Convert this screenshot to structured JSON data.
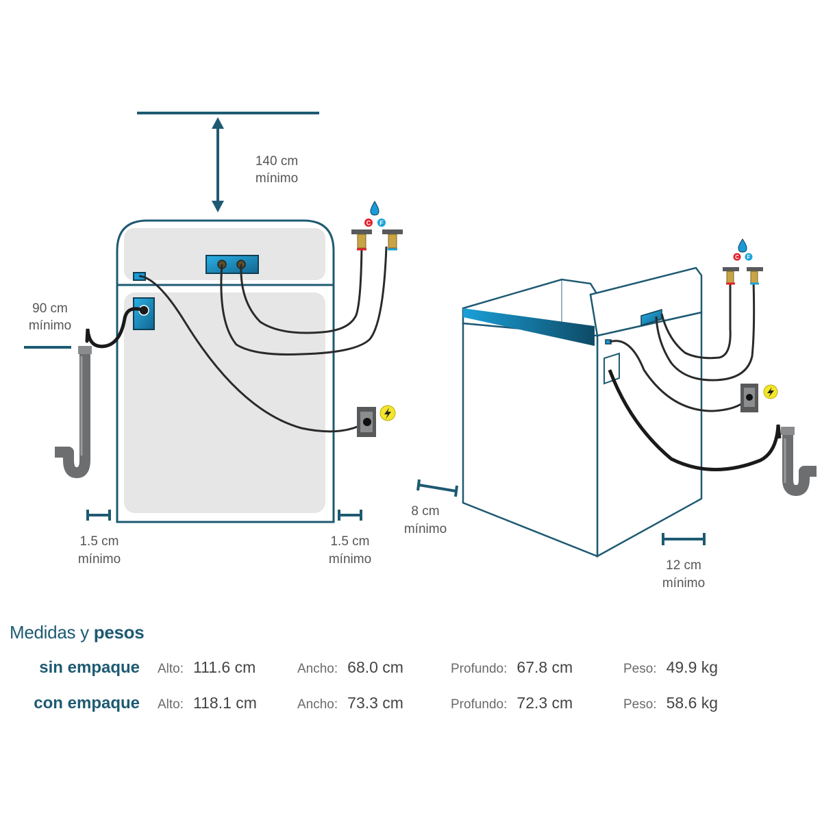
{
  "front_view": {
    "top_clearance": {
      "value": "140 cm",
      "note": "mínimo"
    },
    "drain_height": {
      "value": "90 cm",
      "note": "mínimo"
    },
    "left_gap": {
      "value": "1.5 cm",
      "note": "mínimo"
    },
    "right_gap": {
      "value": "1.5 cm",
      "note": "mínimo"
    },
    "hot_tap_letter": "C",
    "cold_tap_letter": "F"
  },
  "side_view": {
    "back_gap": {
      "value": "8 cm",
      "note": "mínimo"
    },
    "side_gap": {
      "value": "12 cm",
      "note": "mínimo"
    },
    "hot_tap_letter": "C",
    "cold_tap_letter": "F"
  },
  "icons": [
    "water-drop-icon",
    "power-outlet-icon",
    "lightning-icon",
    "drain-pipe-icon",
    "faucet-icon"
  ],
  "colors": {
    "accent": "#1e5a72",
    "panel": "#1a9ad6",
    "hot": "#e0202e",
    "cold": "#1aa3d9",
    "power": "#f3e62a"
  },
  "specs": {
    "title_regular": "Medidas y",
    "title_bold": "pesos",
    "rows": [
      {
        "label": "sin empaque",
        "alto_label": "Alto:",
        "alto": "111.6 cm",
        "ancho_label": "Ancho:",
        "ancho": "68.0 cm",
        "profundo_label": "Profundo:",
        "profundo": "67.8 cm",
        "peso_label": "Peso:",
        "peso": "49.9 kg"
      },
      {
        "label": "con empaque",
        "alto_label": "Alto:",
        "alto": "118.1 cm",
        "ancho_label": "Ancho:",
        "ancho": "73.3 cm",
        "profundo_label": "Profundo:",
        "profundo": "72.3 cm",
        "peso_label": "Peso:",
        "peso": "58.6 kg"
      }
    ]
  }
}
